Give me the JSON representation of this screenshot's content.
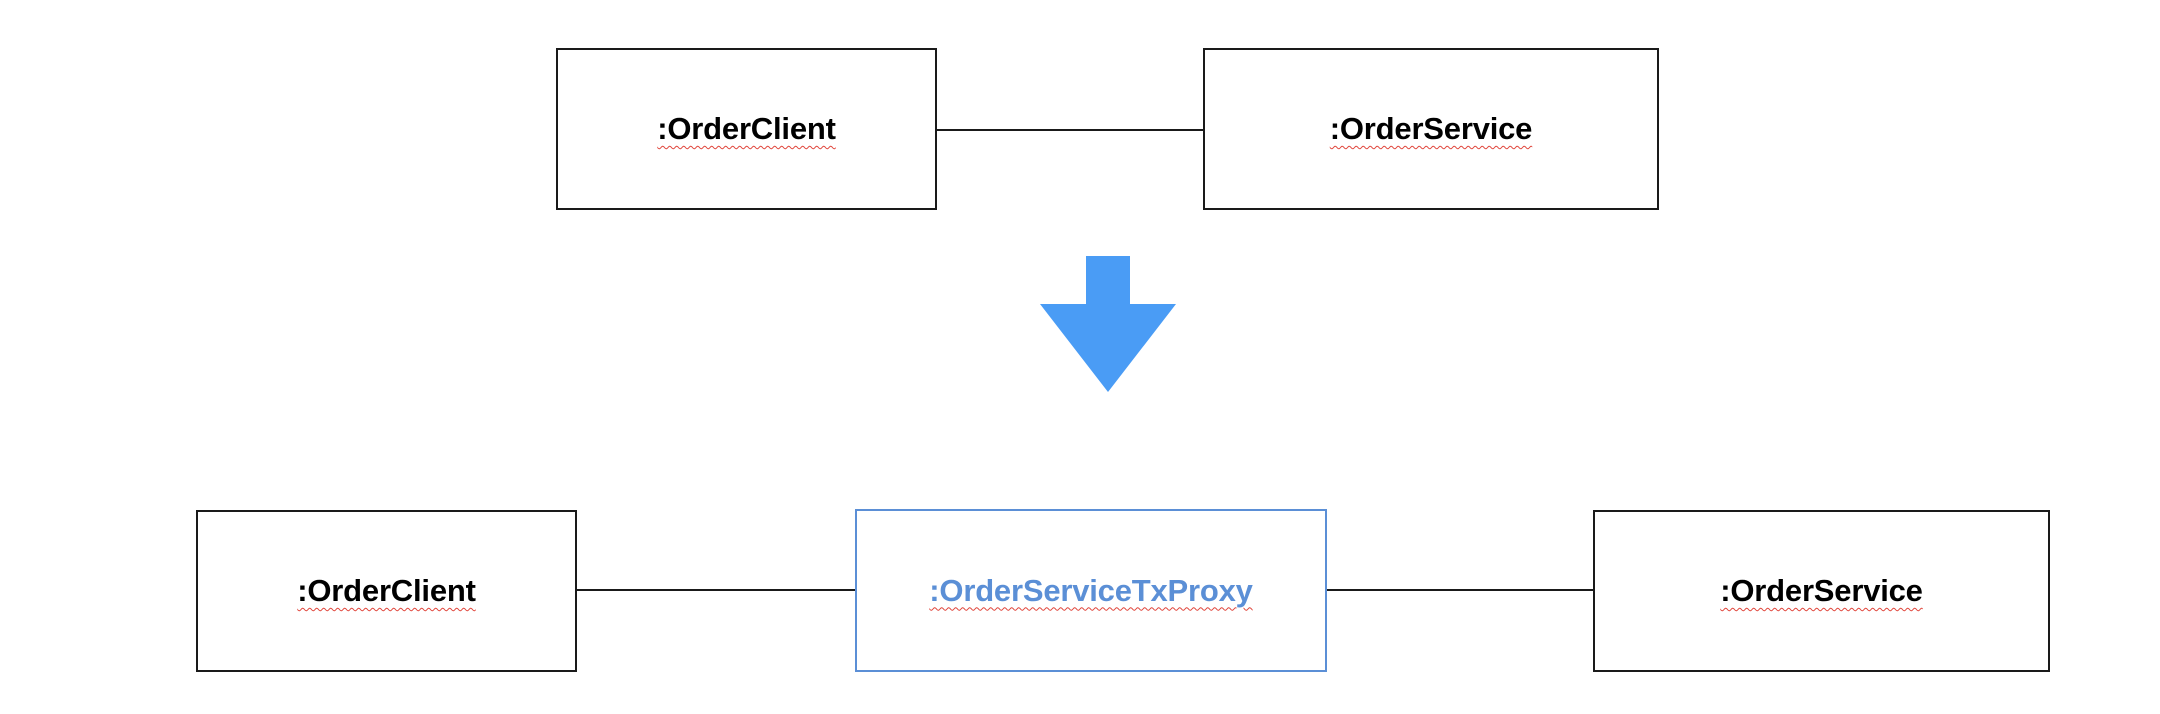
{
  "top_row": {
    "client_label": ":OrderClient",
    "service_label": ":OrderService"
  },
  "transition": {
    "arrow_color": "#4a9cf5",
    "arrow_icon": "arrow-down-icon"
  },
  "bottom_row": {
    "client_label": ":OrderClient",
    "proxy_label": ":OrderServiceTxProxy",
    "service_label": ":OrderService"
  },
  "colors": {
    "box_border": "#1a1a1a",
    "proxy_accent": "#5b8fd6",
    "spellcheck_underline": "#e0443a"
  }
}
